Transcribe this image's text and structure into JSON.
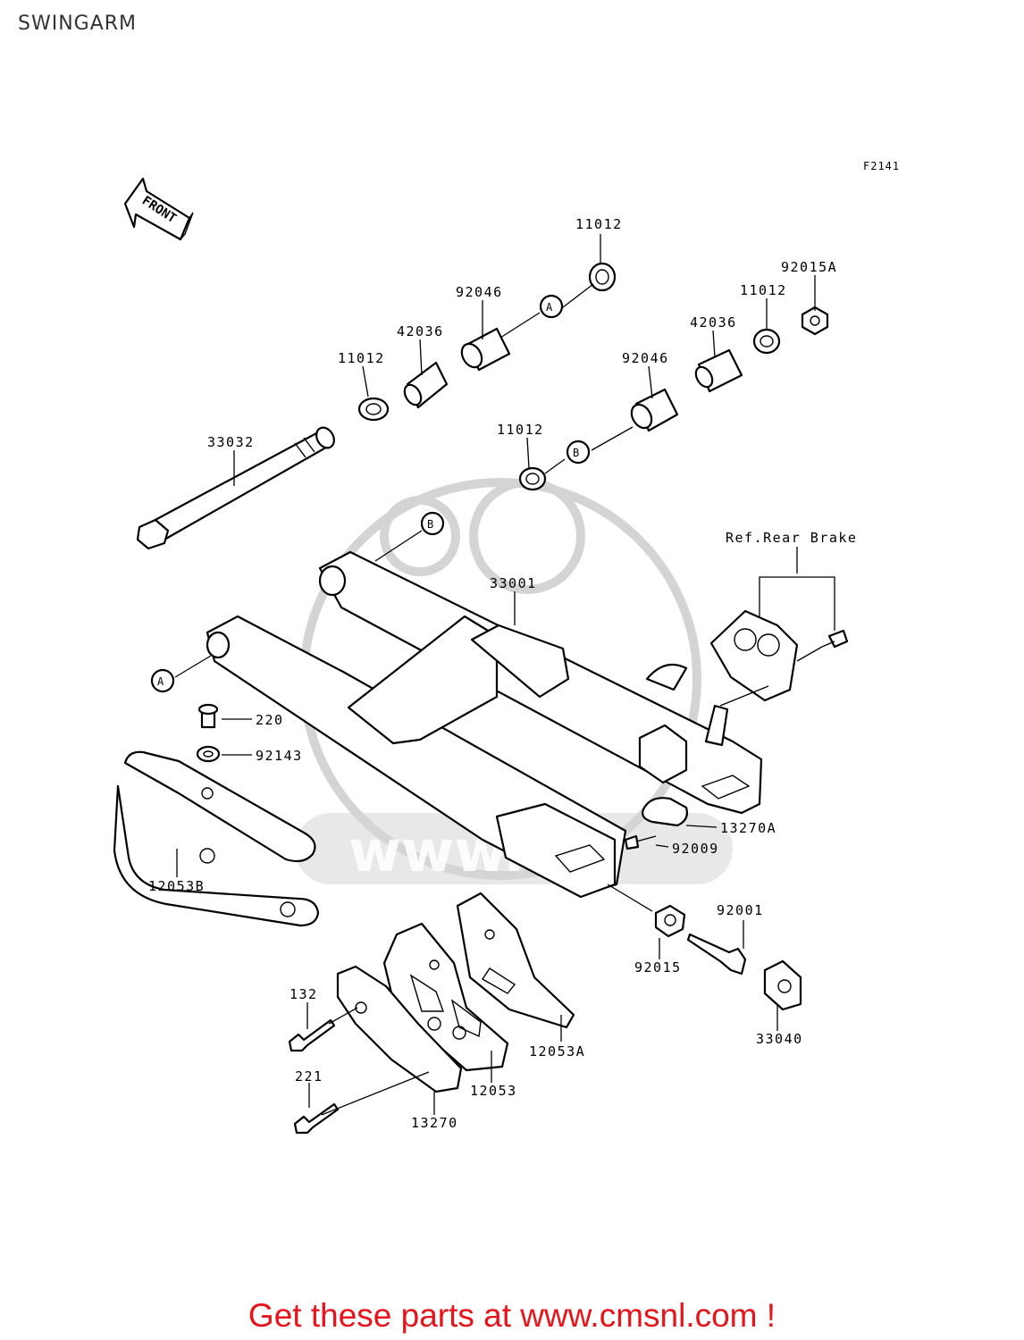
{
  "page": {
    "title": "SWINGARM",
    "figure_code": "F2141",
    "front_marker": "FRONT",
    "footer_text": "Get these parts at www.cmsnl.com !",
    "accent_color": "#e8141b"
  },
  "callouts": {
    "a": "A",
    "b": "B"
  },
  "parts": {
    "p11012_top": "11012",
    "p92015a": "92015A",
    "p92046_top": "92046",
    "p11012_mid_right": "11012",
    "p42036_left": "42036",
    "p42036_right": "42036",
    "p11012_left": "11012",
    "p92046_right": "92046",
    "p11012_center": "11012",
    "p33032": "33032",
    "ref_rear_brake": "Ref.Rear Brake",
    "p33001": "33001",
    "p220": "220",
    "p92143": "92143",
    "p13270a": "13270A",
    "p92009": "92009",
    "p12053b": "12053B",
    "p92001": "92001",
    "p92015": "92015",
    "p132": "132",
    "p33040": "33040",
    "p12053a": "12053A",
    "p12053": "12053",
    "p221": "221",
    "p13270": "13270"
  }
}
